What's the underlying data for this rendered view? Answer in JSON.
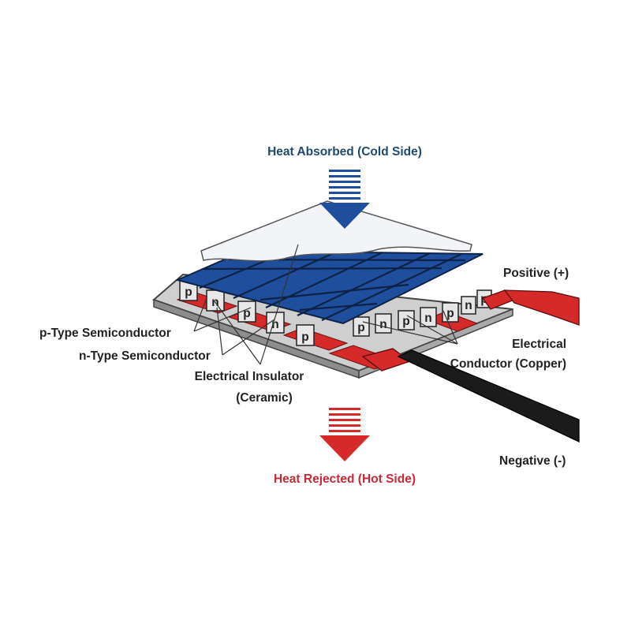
{
  "labels": {
    "heat_absorbed": "Heat Absorbed (Cold Side)",
    "heat_rejected": "Heat Rejected (Hot Side)",
    "positive": "Positive (+)",
    "negative": "Negative (-)",
    "p_type": "p-Type Semiconductor",
    "n_type": "n-Type Semiconductor",
    "insulator_line1": "Electrical Insulator",
    "insulator_line2": "(Ceramic)",
    "conductor_line1": "Electrical",
    "conductor_line2": "Conductor (Copper)"
  },
  "pellets": {
    "front_row": [
      "p",
      "n",
      "p",
      "n",
      "p"
    ],
    "back_row": [
      "p",
      "n",
      "p",
      "n",
      "p",
      "n",
      "p"
    ]
  },
  "colors": {
    "cold_blue": "#1f4f9c",
    "hot_red": "#d62a2a",
    "title_blue": "#214a6e",
    "title_red": "#c42a38",
    "text": "#222222",
    "ceramic_gray": "#c9c9c9"
  }
}
